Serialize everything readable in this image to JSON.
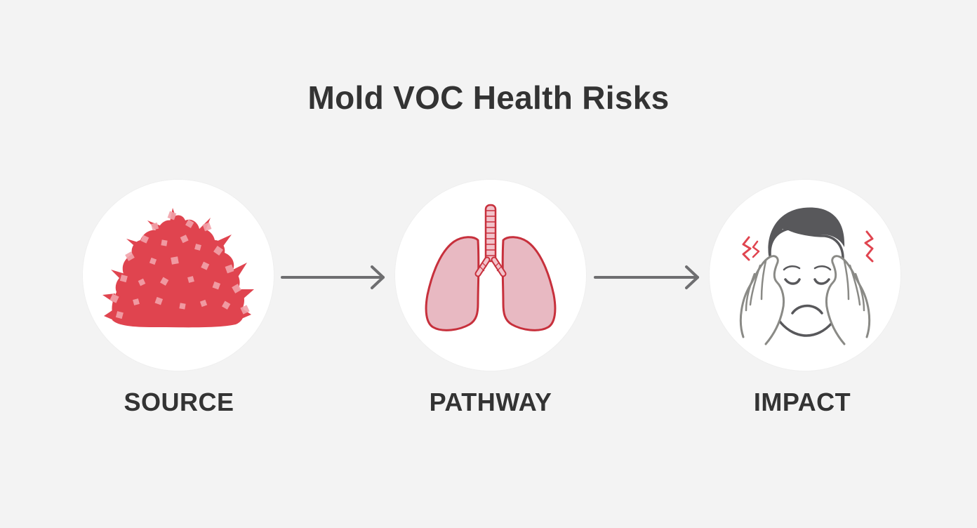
{
  "diagram": {
    "title": "Mold VOC Health Risks",
    "steps": [
      {
        "label": "SOURCE",
        "icon": "mold-cluster-icon"
      },
      {
        "label": "PATHWAY",
        "icon": "lungs-icon"
      },
      {
        "label": "IMPACT",
        "icon": "headache-person-icon"
      }
    ]
  },
  "colors": {
    "background": "#f3f3f3",
    "accent_red": "#e0444f",
    "lung_fill": "#e8b9c2",
    "lung_outline": "#c7303c",
    "arrow_gray": "#6e6e70",
    "text_dark": "#333333"
  }
}
